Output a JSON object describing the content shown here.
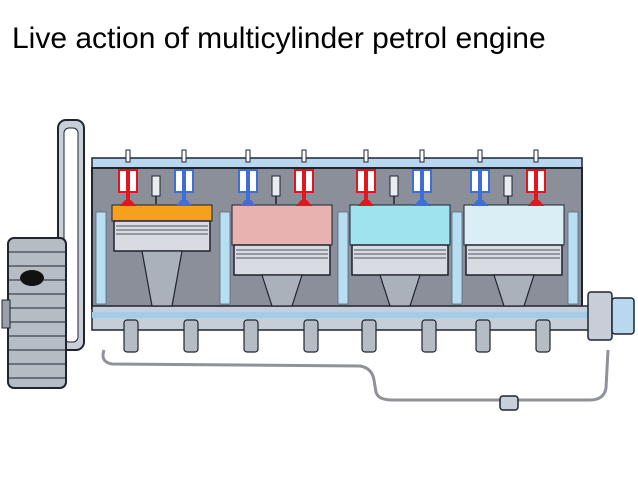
{
  "slide": {
    "title": "Live action of multicylinder petrol engine"
  },
  "diagram": {
    "cylinders": [
      {
        "id": 1,
        "state": "power",
        "fill": "#f6a11c"
      },
      {
        "id": 2,
        "state": "exhaust",
        "fill": "#e7b2b0"
      },
      {
        "id": 3,
        "state": "intake",
        "fill": "#9fe3ef"
      },
      {
        "id": 4,
        "state": "compression",
        "fill": "#d9eef5"
      }
    ],
    "colors": {
      "block": "#8a8f9a",
      "head": "#6f7480",
      "water_jacket": "#b8def2",
      "exhaust_valve": "#e01620",
      "intake_valve": "#3f6fd6",
      "piston": "#d8dce2",
      "crankshaft": "#c7ced8",
      "flywheel": "#9aa0a8",
      "outline": "#1e2430"
    }
  }
}
